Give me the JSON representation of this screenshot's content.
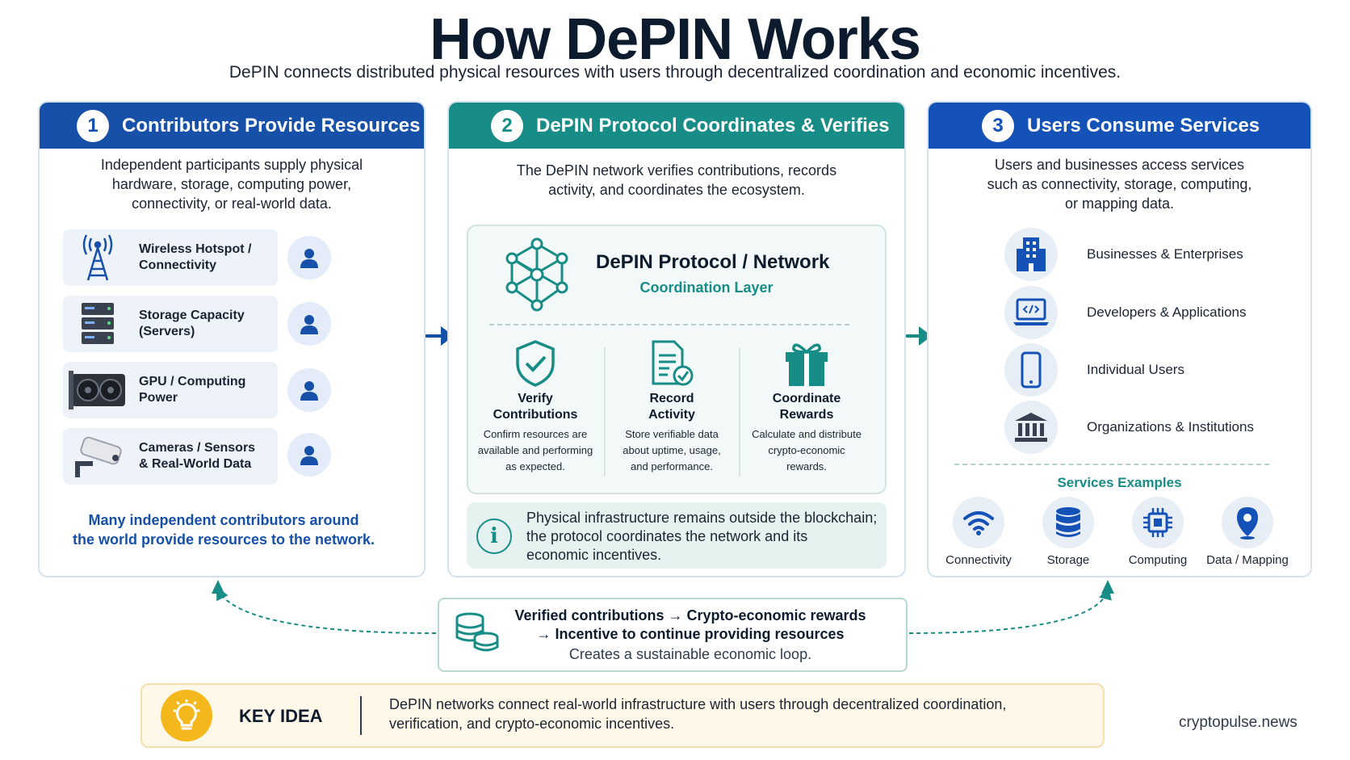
{
  "title": "How DePIN Works",
  "subtitle": "DePIN connects distributed physical resources with users through decentralized coordination and economic incentives.",
  "colors": {
    "blue": "#1650a8",
    "teal": "#188c86",
    "blue3": "#1552b8",
    "key": "#f5b81c"
  },
  "panel1": {
    "num": "1",
    "title": "Contributors Provide Resources",
    "desc_lines": [
      "Independent participants supply physical",
      "hardware, storage, computing power,",
      "connectivity, or real-world data."
    ],
    "resources": [
      {
        "icon": "wireless-tower-icon",
        "line1": "Wireless Hotspot /",
        "line2": "Connectivity"
      },
      {
        "icon": "server-rack-icon",
        "line1": "Storage Capacity",
        "line2": "(Servers)"
      },
      {
        "icon": "gpu-card-icon",
        "line1": "GPU / Computing",
        "line2": "Power"
      },
      {
        "icon": "security-camera-icon",
        "line1": "Cameras / Sensors",
        "line2": "& Real-World Data"
      }
    ],
    "note_lines": [
      "Many independent contributors around",
      "the world provide resources to the network."
    ]
  },
  "panel2": {
    "num": "2",
    "title": "DePIN Protocol Coordinates & Verifies",
    "desc_lines": [
      "The DePIN network verifies contributions, records",
      "activity, and coordinates the ecosystem."
    ],
    "protocol_title": "DePIN Protocol / Network",
    "protocol_sub": "Coordination Layer",
    "steps": [
      {
        "icon": "shield-check-icon",
        "t1": "Verify",
        "t2": "Contributions",
        "d1": "Confirm resources are",
        "d2": "available and performing",
        "d3": "as expected."
      },
      {
        "icon": "document-check-icon",
        "t1": "Record",
        "t2": "Activity",
        "d1": "Store verifiable data",
        "d2": "about uptime, usage,",
        "d3": "and performance."
      },
      {
        "icon": "gift-icon",
        "t1": "Coordinate",
        "t2": "Rewards",
        "d1": "Calculate and distribute",
        "d2": "crypto-economic",
        "d3": "rewards."
      }
    ],
    "info_lines": [
      "Physical infrastructure remains outside the blockchain;",
      "the protocol coordinates the network and its",
      "economic incentives."
    ]
  },
  "panel3": {
    "num": "3",
    "title": "Users Consume Services",
    "desc_lines": [
      "Users and businesses access services",
      "such as connectivity, storage, computing,",
      "or mapping data."
    ],
    "users": [
      {
        "icon": "office-building-icon",
        "label": "Businesses & Enterprises"
      },
      {
        "icon": "laptop-code-icon",
        "label": "Developers & Applications"
      },
      {
        "icon": "smartphone-icon",
        "label": "Individual Users"
      },
      {
        "icon": "institution-icon",
        "label": "Organizations & Institutions"
      }
    ],
    "services_title": "Services Examples",
    "services": [
      {
        "icon": "wifi-icon",
        "label": "Connectivity"
      },
      {
        "icon": "database-icon",
        "label": "Storage"
      },
      {
        "icon": "chip-icon",
        "label": "Computing"
      },
      {
        "icon": "map-pin-icon",
        "label": "Data / Mapping"
      }
    ]
  },
  "loop": {
    "line1": "Verified contributions → Crypto-economic rewards",
    "line2": "→ Incentive to continue providing resources",
    "line3": "Creates a sustainable economic loop."
  },
  "key_idea": {
    "label": "KEY IDEA",
    "lines": [
      "DePIN networks connect real-world infrastructure with users through decentralized coordination,",
      "verification, and crypto-economic incentives."
    ]
  },
  "brand": "cryptopulse.news"
}
